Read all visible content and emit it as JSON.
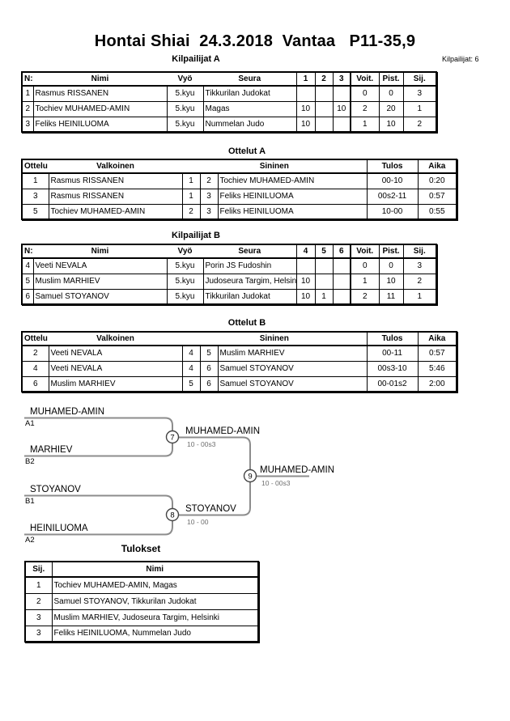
{
  "header": {
    "title": "Hontai Shiai  24.3.2018  Vantaa   P11-35,9",
    "competitors_label": "Kilpailijat: 6"
  },
  "pool_a": {
    "title": "Kilpailijat A",
    "headers": {
      "no": "N:o",
      "name": "Nimi",
      "belt": "Vyö",
      "club": "Seura",
      "m1": "1",
      "m2": "2",
      "m3": "3",
      "wins": "Voit.",
      "points": "Pist.",
      "place": "Sij."
    },
    "rows": [
      {
        "no": "1",
        "name": "Rasmus RISSANEN",
        "belt": "5.kyu",
        "club": "Tikkurilan Judokat",
        "m1": "",
        "m2": "",
        "m3": "",
        "wins": "0",
        "points": "0",
        "place": "3"
      },
      {
        "no": "2",
        "name": "Tochiev MUHAMED-AMIN",
        "belt": "5.kyu",
        "club": "Magas",
        "m1": "10",
        "m2": "",
        "m3": "10",
        "wins": "2",
        "points": "20",
        "place": "1"
      },
      {
        "no": "3",
        "name": "Feliks HEINILUOMA",
        "belt": "5.kyu",
        "club": "Nummelan Judo",
        "m1": "10",
        "m2": "",
        "m3": "",
        "wins": "1",
        "points": "10",
        "place": "2"
      }
    ]
  },
  "matches_a": {
    "title": "Ottelut A",
    "headers": {
      "match": "Ottelu",
      "white": "Valkoinen",
      "blue": "Sininen",
      "result": "Tulos",
      "time": "Aika"
    },
    "rows": [
      {
        "match": "1",
        "white": "Rasmus RISSANEN",
        "wno": "1",
        "bno": "2",
        "blue": "Tochiev MUHAMED-AMIN",
        "result": "00-10",
        "time": "0:20"
      },
      {
        "match": "3",
        "white": "Rasmus RISSANEN",
        "wno": "1",
        "bno": "3",
        "blue": "Feliks HEINILUOMA",
        "result": "00s2-11",
        "time": "0:57"
      },
      {
        "match": "5",
        "white": "Tochiev MUHAMED-AMIN",
        "wno": "2",
        "bno": "3",
        "blue": "Feliks HEINILUOMA",
        "result": "10-00",
        "time": "0:55"
      }
    ]
  },
  "pool_b": {
    "title": "Kilpailijat B",
    "headers": {
      "no": "N:o",
      "name": "Nimi",
      "belt": "Vyö",
      "club": "Seura",
      "m1": "4",
      "m2": "5",
      "m3": "6",
      "wins": "Voit.",
      "points": "Pist.",
      "place": "Sij."
    },
    "rows": [
      {
        "no": "4",
        "name": "Veeti NEVALA",
        "belt": "5.kyu",
        "club": "Porin JS Fudoshin",
        "m1": "",
        "m2": "",
        "m3": "",
        "wins": "0",
        "points": "0",
        "place": "3"
      },
      {
        "no": "5",
        "name": "Muslim MARHIEV",
        "belt": "5.kyu",
        "club": "Judoseura Targim, Helsinki",
        "m1": "10",
        "m2": "",
        "m3": "",
        "wins": "1",
        "points": "10",
        "place": "2"
      },
      {
        "no": "6",
        "name": "Samuel STOYANOV",
        "belt": "5.kyu",
        "club": "Tikkurilan Judokat",
        "m1": "10",
        "m2": "1",
        "m3": "",
        "wins": "2",
        "points": "11",
        "place": "1"
      }
    ]
  },
  "matches_b": {
    "title": "Ottelut B",
    "headers": {
      "match": "Ottelu",
      "white": "Valkoinen",
      "blue": "Sininen",
      "result": "Tulos",
      "time": "Aika"
    },
    "rows": [
      {
        "match": "2",
        "white": "Veeti NEVALA",
        "wno": "4",
        "bno": "5",
        "blue": "Muslim MARHIEV",
        "result": "00-11",
        "time": "0:57"
      },
      {
        "match": "4",
        "white": "Veeti NEVALA",
        "wno": "4",
        "bno": "6",
        "blue": "Samuel STOYANOV",
        "result": "00s3-10",
        "time": "5:46"
      },
      {
        "match": "6",
        "white": "Muslim MARHIEV",
        "wno": "5",
        "bno": "6",
        "blue": "Samuel STOYANOV",
        "result": "00-01s2",
        "time": "2:00"
      }
    ]
  },
  "bracket": {
    "semi1": {
      "top_name": "MUHAMED-AMIN",
      "top_seed": "A1",
      "bottom_name": "MARHIEV",
      "bottom_seed": "B2",
      "match_no": "7",
      "winner": "MUHAMED-AMIN",
      "score": "10 - 00s3"
    },
    "semi2": {
      "top_name": "STOYANOV",
      "top_seed": "B1",
      "bottom_name": "HEINILUOMA",
      "bottom_seed": "A2",
      "match_no": "8",
      "winner": "STOYANOV",
      "score": "10 - 00"
    },
    "final": {
      "match_no": "9",
      "winner": "MUHAMED-AMIN",
      "score": "10 - 00s3"
    }
  },
  "results": {
    "title": "Tulokset",
    "headers": {
      "place": "Sij.",
      "name": "Nimi"
    },
    "rows": [
      {
        "place": "1",
        "name": "Tochiev MUHAMED-AMIN, Magas"
      },
      {
        "place": "2",
        "name": "Samuel STOYANOV, Tikkurilan Judokat"
      },
      {
        "place": "3",
        "name": "Muslim MARHIEV, Judoseura Targim, Helsinki"
      },
      {
        "place": "3",
        "name": "Feliks HEINILUOMA, Nummelan Judo"
      }
    ]
  }
}
